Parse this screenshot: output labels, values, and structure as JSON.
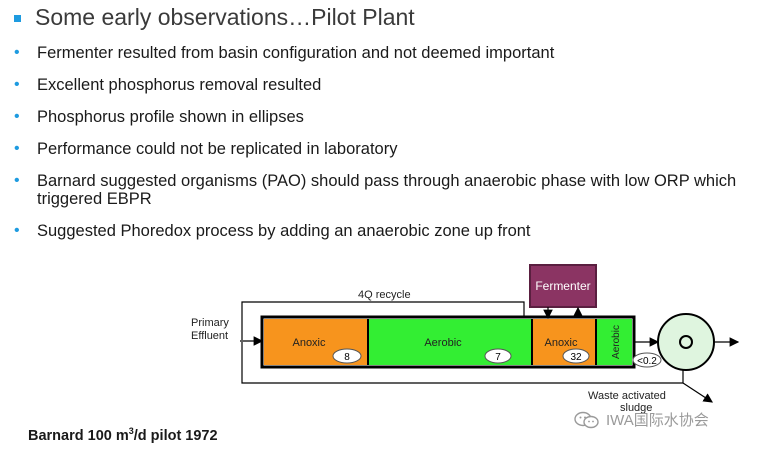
{
  "slide": {
    "title": "Some early observations…Pilot Plant",
    "bullets": [
      "Fermenter resulted from basin configuration and not deemed important",
      "Excellent phosphorus removal resulted",
      "Phosphorus profile shown in ellipses",
      "Performance could not be replicated in laboratory",
      "Barnard suggested organisms (PAO) should pass through anaerobic phase with low ORP which triggered EBPR",
      "Suggested Phoredox process by adding an anaerobic zone up front"
    ],
    "caption_prefix": "Barnard 100 m",
    "caption_sup": "3",
    "caption_suffix": "/d pilot 1972"
  },
  "diagram": {
    "primary_effluent_line1": "Primary",
    "primary_effluent_line2": "Effluent",
    "recycle_label": "4Q recycle",
    "fermenter_label": "Fermenter",
    "anoxic1_label": "Anoxic",
    "anoxic1_value": "8",
    "aerobic_label": "Aerobic",
    "aerobic_value": "7",
    "anoxic2_label": "Anoxic",
    "anoxic2_value": "32",
    "aerobic2_label": "Aerobic",
    "clarifier_value": "<0.2",
    "waste_line1": "Waste activated",
    "waste_line2": "sludge",
    "colors": {
      "anoxic": "#f7941d",
      "aerobic": "#33ee33",
      "fermenter": "#8b3463",
      "clarifier": "#dff5df",
      "accent": "#1e9be0"
    }
  },
  "watermark": {
    "text": "IWA国际水协会",
    "icon": "wechat-icon"
  }
}
